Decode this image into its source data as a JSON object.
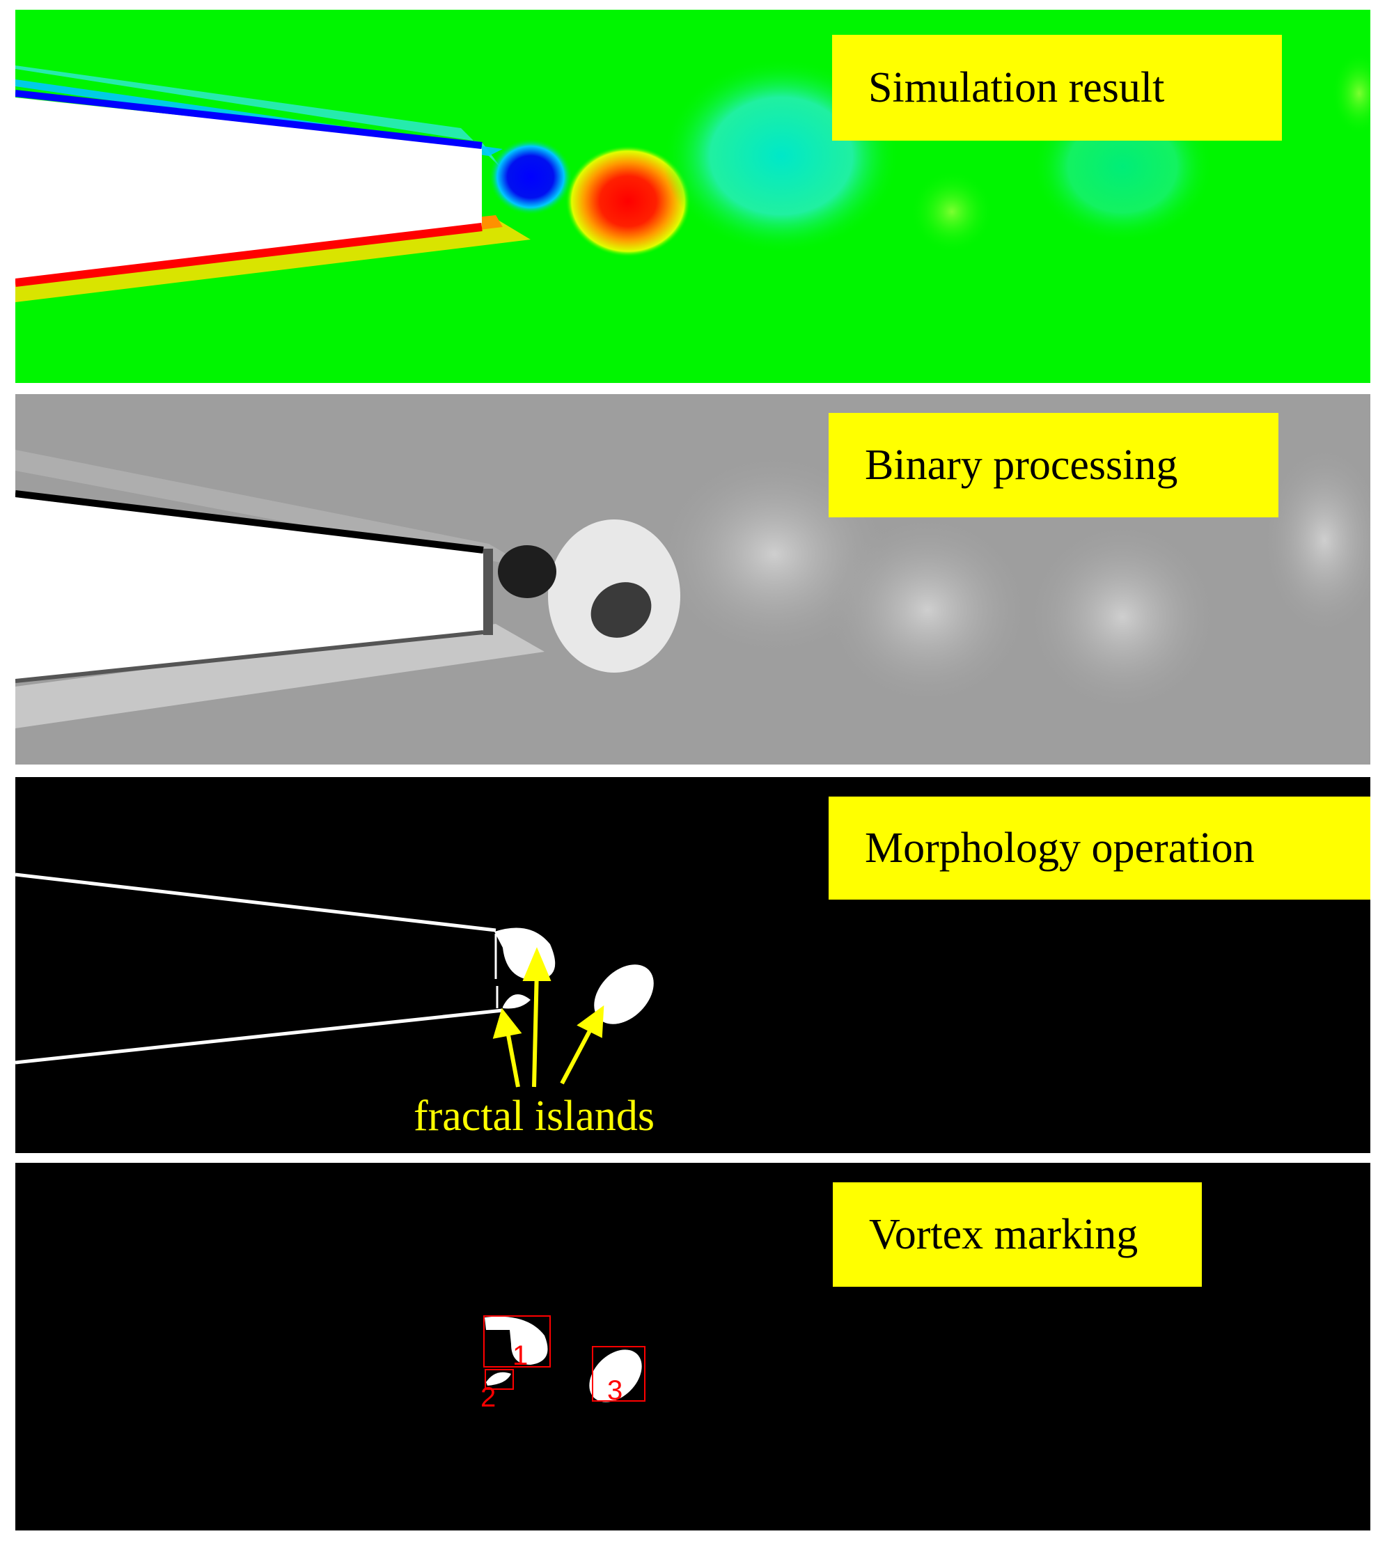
{
  "panels": [
    {
      "label": "Simulation result"
    },
    {
      "label": "Binary processing"
    },
    {
      "label": "Morphology operation",
      "annotation": "fractal islands"
    },
    {
      "label": "Vortex marking",
      "marks": [
        "1",
        "2",
        "3"
      ]
    }
  ],
  "colors": {
    "label_background": "#ffff00",
    "annotation": "#ffff00",
    "marking_box": "#ff0000",
    "simulation_background": "#00ff00",
    "binary_background": "#9e9e9e",
    "morphology_background": "#000000"
  }
}
